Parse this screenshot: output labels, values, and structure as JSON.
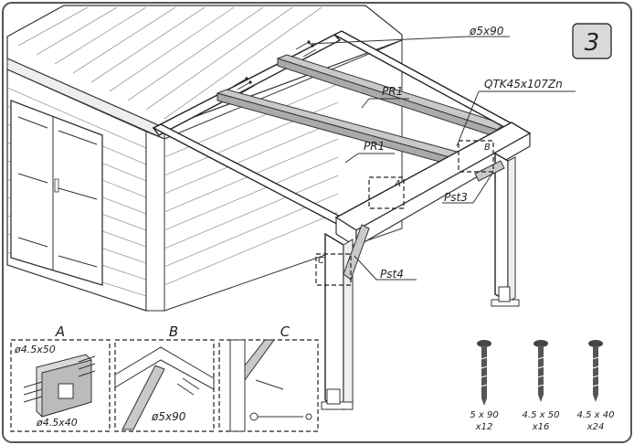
{
  "step": {
    "number": "3"
  },
  "callouts": {
    "screw_top": "ø5x90",
    "pr1_upper": "PR1",
    "pr1_lower": "PR1",
    "qtk": "QTK45x107Zn",
    "pst3": "Pst3",
    "pst4": "Pst4",
    "marker_a": "A",
    "marker_b": "B",
    "marker_c": "C"
  },
  "details": {
    "a": {
      "title": "A",
      "screw_upper": "ø4.5x50",
      "screw_lower": "ø4.5x40"
    },
    "b": {
      "title": "B",
      "screw": "ø5x90"
    },
    "c": {
      "title": "C"
    }
  },
  "hardware": [
    {
      "size": "5 x 90",
      "qty": "x12"
    },
    {
      "size": "4.5 x 50",
      "qty": "x16"
    },
    {
      "size": "4.5 x 40",
      "qty": "x24"
    }
  ],
  "colors": {
    "line": "#222222",
    "shade": "#c9c9c9",
    "frame": "#555555"
  }
}
